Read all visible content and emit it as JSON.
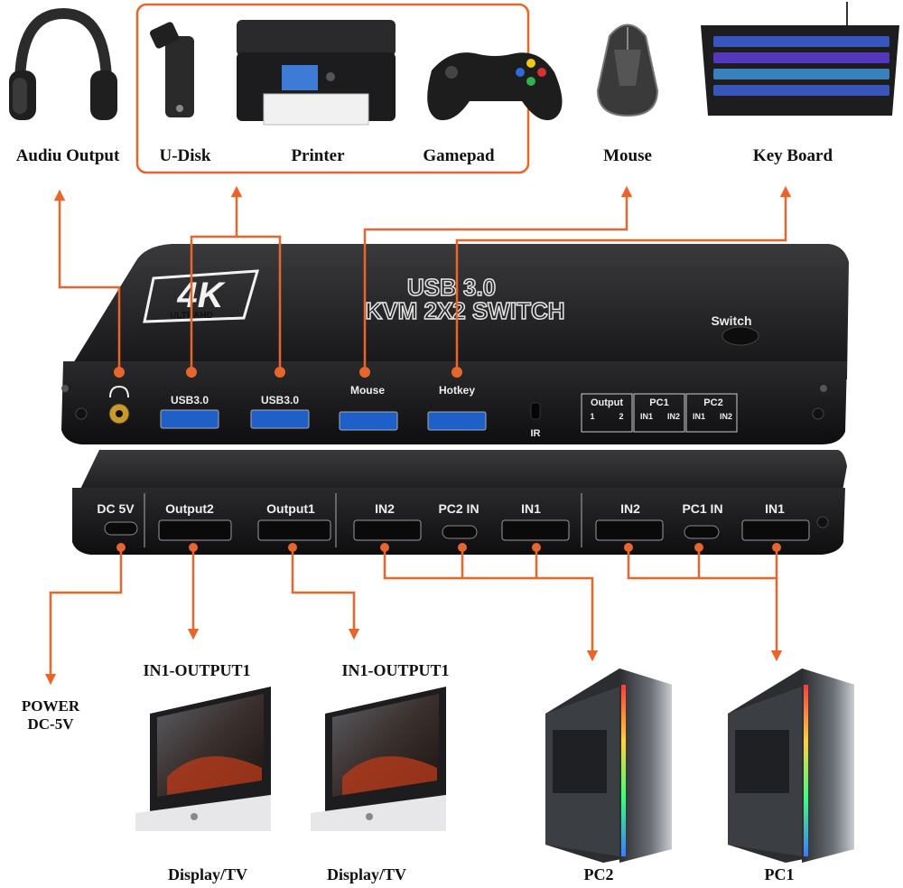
{
  "peripherals": {
    "audio": "Audiu Output",
    "udisk": "U-Disk",
    "printer": "Printer",
    "gamepad": "Gamepad",
    "mouse": "Mouse",
    "keyboard": "Key Board"
  },
  "device": {
    "badge_main": "4K",
    "badge_sub": "ULTRAHD",
    "title_line1": "USB 3.0",
    "title_line2": "KVM 2X2 SWITCH",
    "switch_label": "Switch",
    "front_ports": {
      "usb_a": "USB3.0",
      "usb_b": "USB3.0",
      "mouse": "Mouse",
      "hotkey": "Hotkey",
      "ir": "IR"
    },
    "leds": {
      "output": "Output",
      "output_1": "1",
      "output_2": "2",
      "pc1": "PC1",
      "pc1_in1": "IN1",
      "pc1_in2": "IN2",
      "pc2": "PC2",
      "pc2_in1": "IN1",
      "pc2_in2": "IN2"
    },
    "rear_ports": {
      "dc": "DC 5V",
      "output2": "Output2",
      "output1": "Output1",
      "pc2_in2": "IN2",
      "pc2_in": "PC2 IN",
      "pc2_in1": "IN1",
      "pc1_in2": "IN2",
      "pc1_in": "PC1 IN",
      "pc1_in1": "IN1"
    }
  },
  "bottom": {
    "power_line1": "POWER",
    "power_line2": "DC-5V",
    "display1_caption": "IN1-OUTPUT1",
    "display2_caption": "IN1-OUTPUT1",
    "display1": "Display/TV",
    "display2": "Display/TV",
    "pc2": "PC2",
    "pc1": "PC1"
  },
  "colors": {
    "accent": "#e8662a",
    "device": "#1c1c1e"
  }
}
